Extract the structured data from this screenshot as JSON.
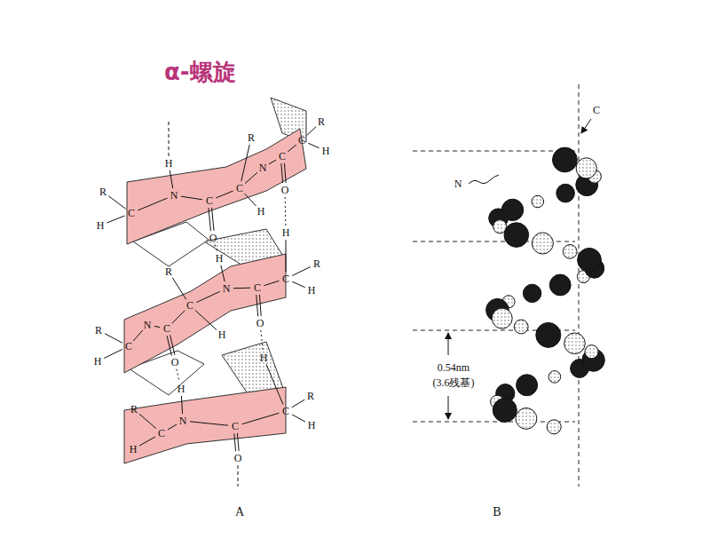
{
  "diagram": {
    "title": "α-螺旋",
    "labels": [
      "R",
      "C",
      "H",
      "C",
      "O",
      "N",
      "R",
      "C",
      "H",
      "C",
      "O",
      "N",
      "H",
      "R",
      "C",
      "H",
      "H",
      "R",
      "C",
      "H",
      "C",
      "O",
      "N",
      "H",
      "R",
      "C",
      "H",
      "C",
      "O",
      "N",
      "R",
      "C",
      "H",
      "H",
      "R",
      "C",
      "H",
      "C",
      "O",
      "N",
      "H",
      "R",
      "C",
      "H",
      "A",
      "C",
      "N",
      "0.54nm",
      "(3.6残基)",
      "B"
    ]
  }
}
